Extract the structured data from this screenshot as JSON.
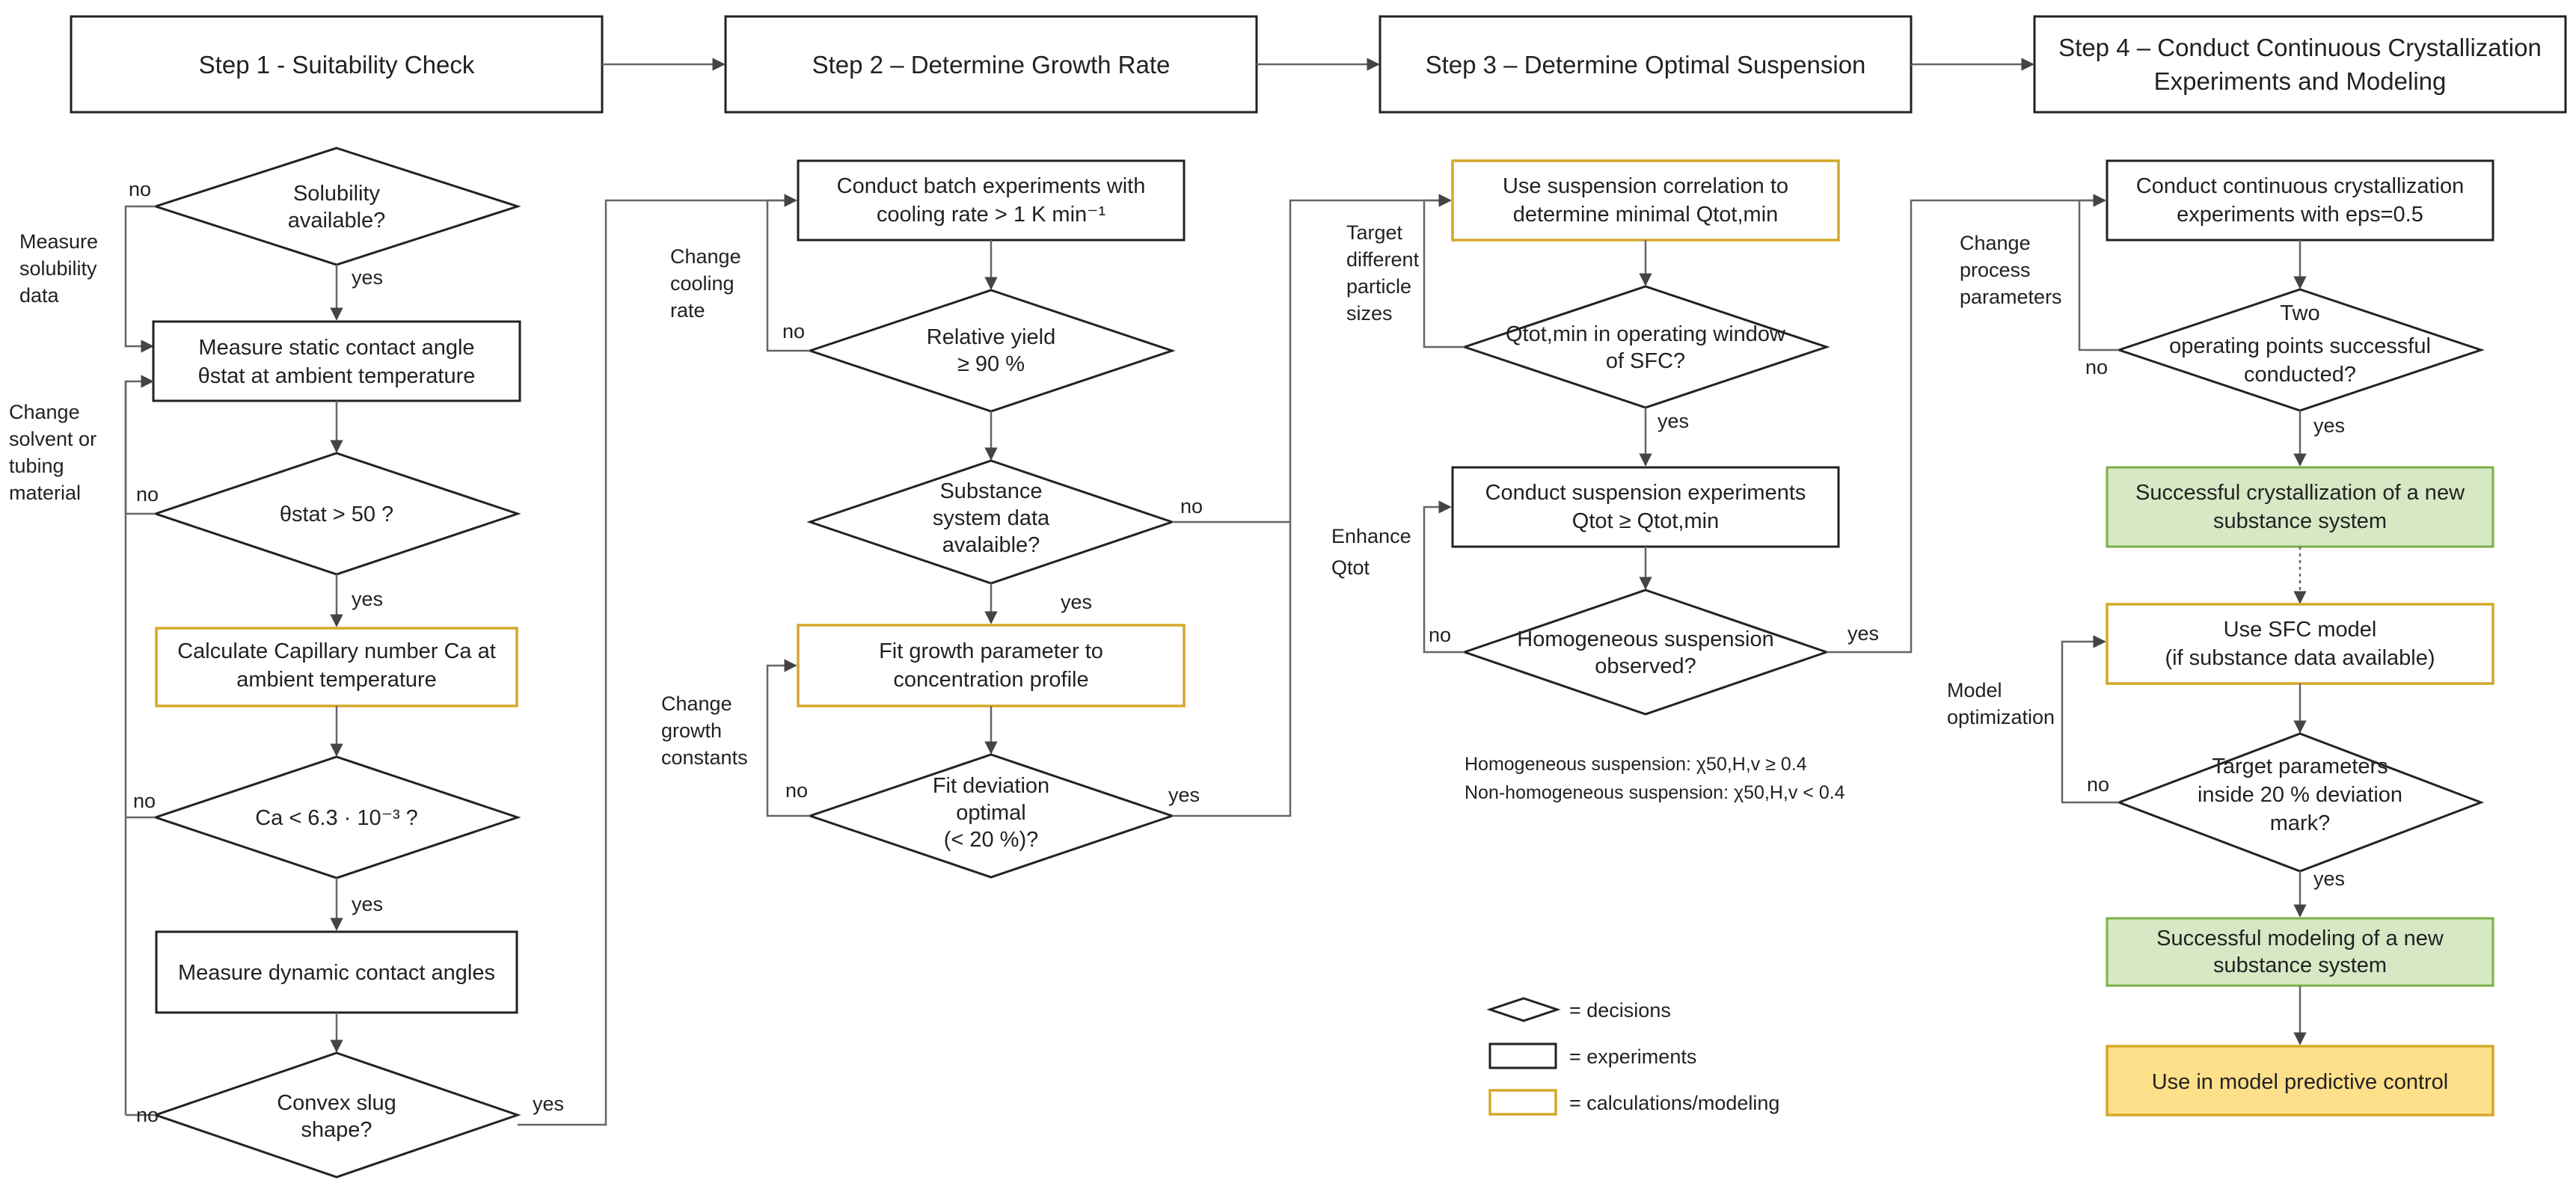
{
  "colors": {
    "experiment_border": "#222222",
    "calculation_border": "#d4a82a",
    "success_fill": "#d6e8c4",
    "success_border": "#7bb048",
    "mpc_fill": "#ffe08a",
    "connector": "#666666"
  },
  "headers": [
    {
      "lines": [
        "Step 1 - Suitability Check"
      ]
    },
    {
      "lines": [
        "Step 2 – Determine Growth Rate"
      ]
    },
    {
      "lines": [
        "Step 3 – Determine Optimal Suspension"
      ]
    },
    {
      "lines": [
        "Step 4 – Conduct Continuous Crystallization",
        "Experiments and Modeling"
      ]
    }
  ],
  "nodes": [
    {
      "id": "s1_solubility",
      "shape": "decision",
      "lines": [
        "Solubility",
        "available?"
      ]
    },
    {
      "id": "s1_static_angle",
      "shape": "experiment",
      "lines": [
        "Measure static contact angle",
        "θstat at ambient temperature"
      ]
    },
    {
      "id": "s1_theta",
      "shape": "decision",
      "lines": [
        "θstat > 50 ?"
      ]
    },
    {
      "id": "s1_capillary",
      "shape": "calculation",
      "lines": [
        "Calculate Capillary number Ca at",
        "ambient temperature"
      ]
    },
    {
      "id": "s1_ca",
      "shape": "decision",
      "lines": [
        "Ca < 6.3 · 10⁻³ ?"
      ]
    },
    {
      "id": "s1_dynamic",
      "shape": "experiment",
      "lines": [
        "Measure dynamic contact angles"
      ]
    },
    {
      "id": "s1_convex",
      "shape": "decision",
      "lines": [
        "Convex slug",
        "shape?"
      ]
    },
    {
      "id": "s2_batch",
      "shape": "experiment",
      "lines": [
        "Conduct batch experiments with",
        "cooling rate > 1 K min⁻¹"
      ]
    },
    {
      "id": "s2_yield",
      "shape": "decision",
      "lines": [
        "Relative yield",
        "≥ 90 %"
      ]
    },
    {
      "id": "s2_substance",
      "shape": "decision",
      "lines": [
        "Substance",
        "system data",
        "avalaible?"
      ]
    },
    {
      "id": "s2_fit",
      "shape": "calculation",
      "lines": [
        "Fit growth parameter to",
        "concentration profile"
      ]
    },
    {
      "id": "s2_deviation",
      "shape": "decision",
      "lines": [
        "Fit deviation",
        "optimal",
        "(< 20 %)?"
      ]
    },
    {
      "id": "s3_correlation",
      "shape": "calculation",
      "lines": [
        "Use suspension correlation to",
        "determine minimal Qtot,min"
      ]
    },
    {
      "id": "s3_window",
      "shape": "decision",
      "lines": [
        "Qtot,min in operating window",
        "of SFC?"
      ]
    },
    {
      "id": "s3_suspension",
      "shape": "experiment",
      "lines": [
        "Conduct suspension experiments",
        "Qtot ≥ Qtot,min"
      ]
    },
    {
      "id": "s3_homogeneous",
      "shape": "decision",
      "lines": [
        "Homogeneous suspension",
        "observed?"
      ]
    },
    {
      "id": "s4_continuous",
      "shape": "experiment",
      "lines": [
        "Conduct continuous crystallization",
        "experiments with eps=0.5"
      ]
    },
    {
      "id": "s4_two_points",
      "shape": "decision",
      "lines": [
        "Two",
        "operating points successful",
        "conducted?"
      ]
    },
    {
      "id": "s4_success_cryst",
      "shape": "success",
      "lines": [
        "Successful crystallization of a new",
        "substance system"
      ]
    },
    {
      "id": "s4_sfc_model",
      "shape": "calculation",
      "lines": [
        "Use SFC model",
        "(if substance data available)"
      ]
    },
    {
      "id": "s4_target",
      "shape": "decision",
      "lines": [
        "Target parameters",
        "inside 20 % deviation",
        "mark?"
      ]
    },
    {
      "id": "s4_success_model",
      "shape": "success",
      "lines": [
        "Successful modeling of a new",
        "substance system"
      ]
    },
    {
      "id": "s4_mpc",
      "shape": "final",
      "lines": [
        "Use in model predictive control"
      ]
    }
  ],
  "labels": {
    "yes": "yes",
    "no": "no",
    "measure_solubility": [
      "Measure",
      "solubility",
      "data"
    ],
    "change_solvent": [
      "Change",
      "solvent or",
      "tubing",
      "material"
    ],
    "change_cooling": [
      "Change",
      "cooling",
      "rate"
    ],
    "change_growth": [
      "Change",
      "growth",
      "constants"
    ],
    "target_particle": [
      "Target",
      "different",
      "particle",
      "sizes"
    ],
    "enhance_q": [
      "Enhance",
      "Qtot"
    ],
    "change_process": [
      "Change",
      "process",
      "parameters"
    ],
    "model_optimization": [
      "Model",
      "optimization"
    ]
  },
  "notes": [
    "Homogeneous suspension: χ50,H,v ≥ 0.4",
    "Non-homogeneous suspension: χ50,H,v < 0.4"
  ],
  "legend": [
    {
      "shape": "decision",
      "label": "= decisions"
    },
    {
      "shape": "experiment",
      "label": "= experiments"
    },
    {
      "shape": "calculation",
      "label": "= calculations/modeling"
    }
  ]
}
